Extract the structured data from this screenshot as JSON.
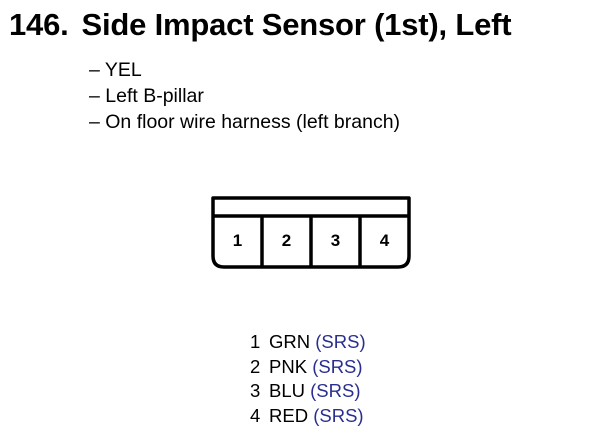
{
  "header": {
    "number": "146.",
    "title": "Side Impact Sensor (1st), Left"
  },
  "details": [
    "– YEL",
    "– Left B-pillar",
    "– On floor wire harness (left branch)"
  ],
  "connector": {
    "pins": [
      "1",
      "2",
      "3",
      "4"
    ]
  },
  "terminals": [
    {
      "pin": "1",
      "wire": "GRN",
      "system": "(SRS)"
    },
    {
      "pin": "2",
      "wire": "PNK",
      "system": "(SRS)"
    },
    {
      "pin": "3",
      "wire": "BLU",
      "system": "(SRS)"
    },
    {
      "pin": "4",
      "wire": "RED",
      "system": "(SRS)"
    }
  ],
  "colors": {
    "system_text": "#2a2f8f"
  }
}
